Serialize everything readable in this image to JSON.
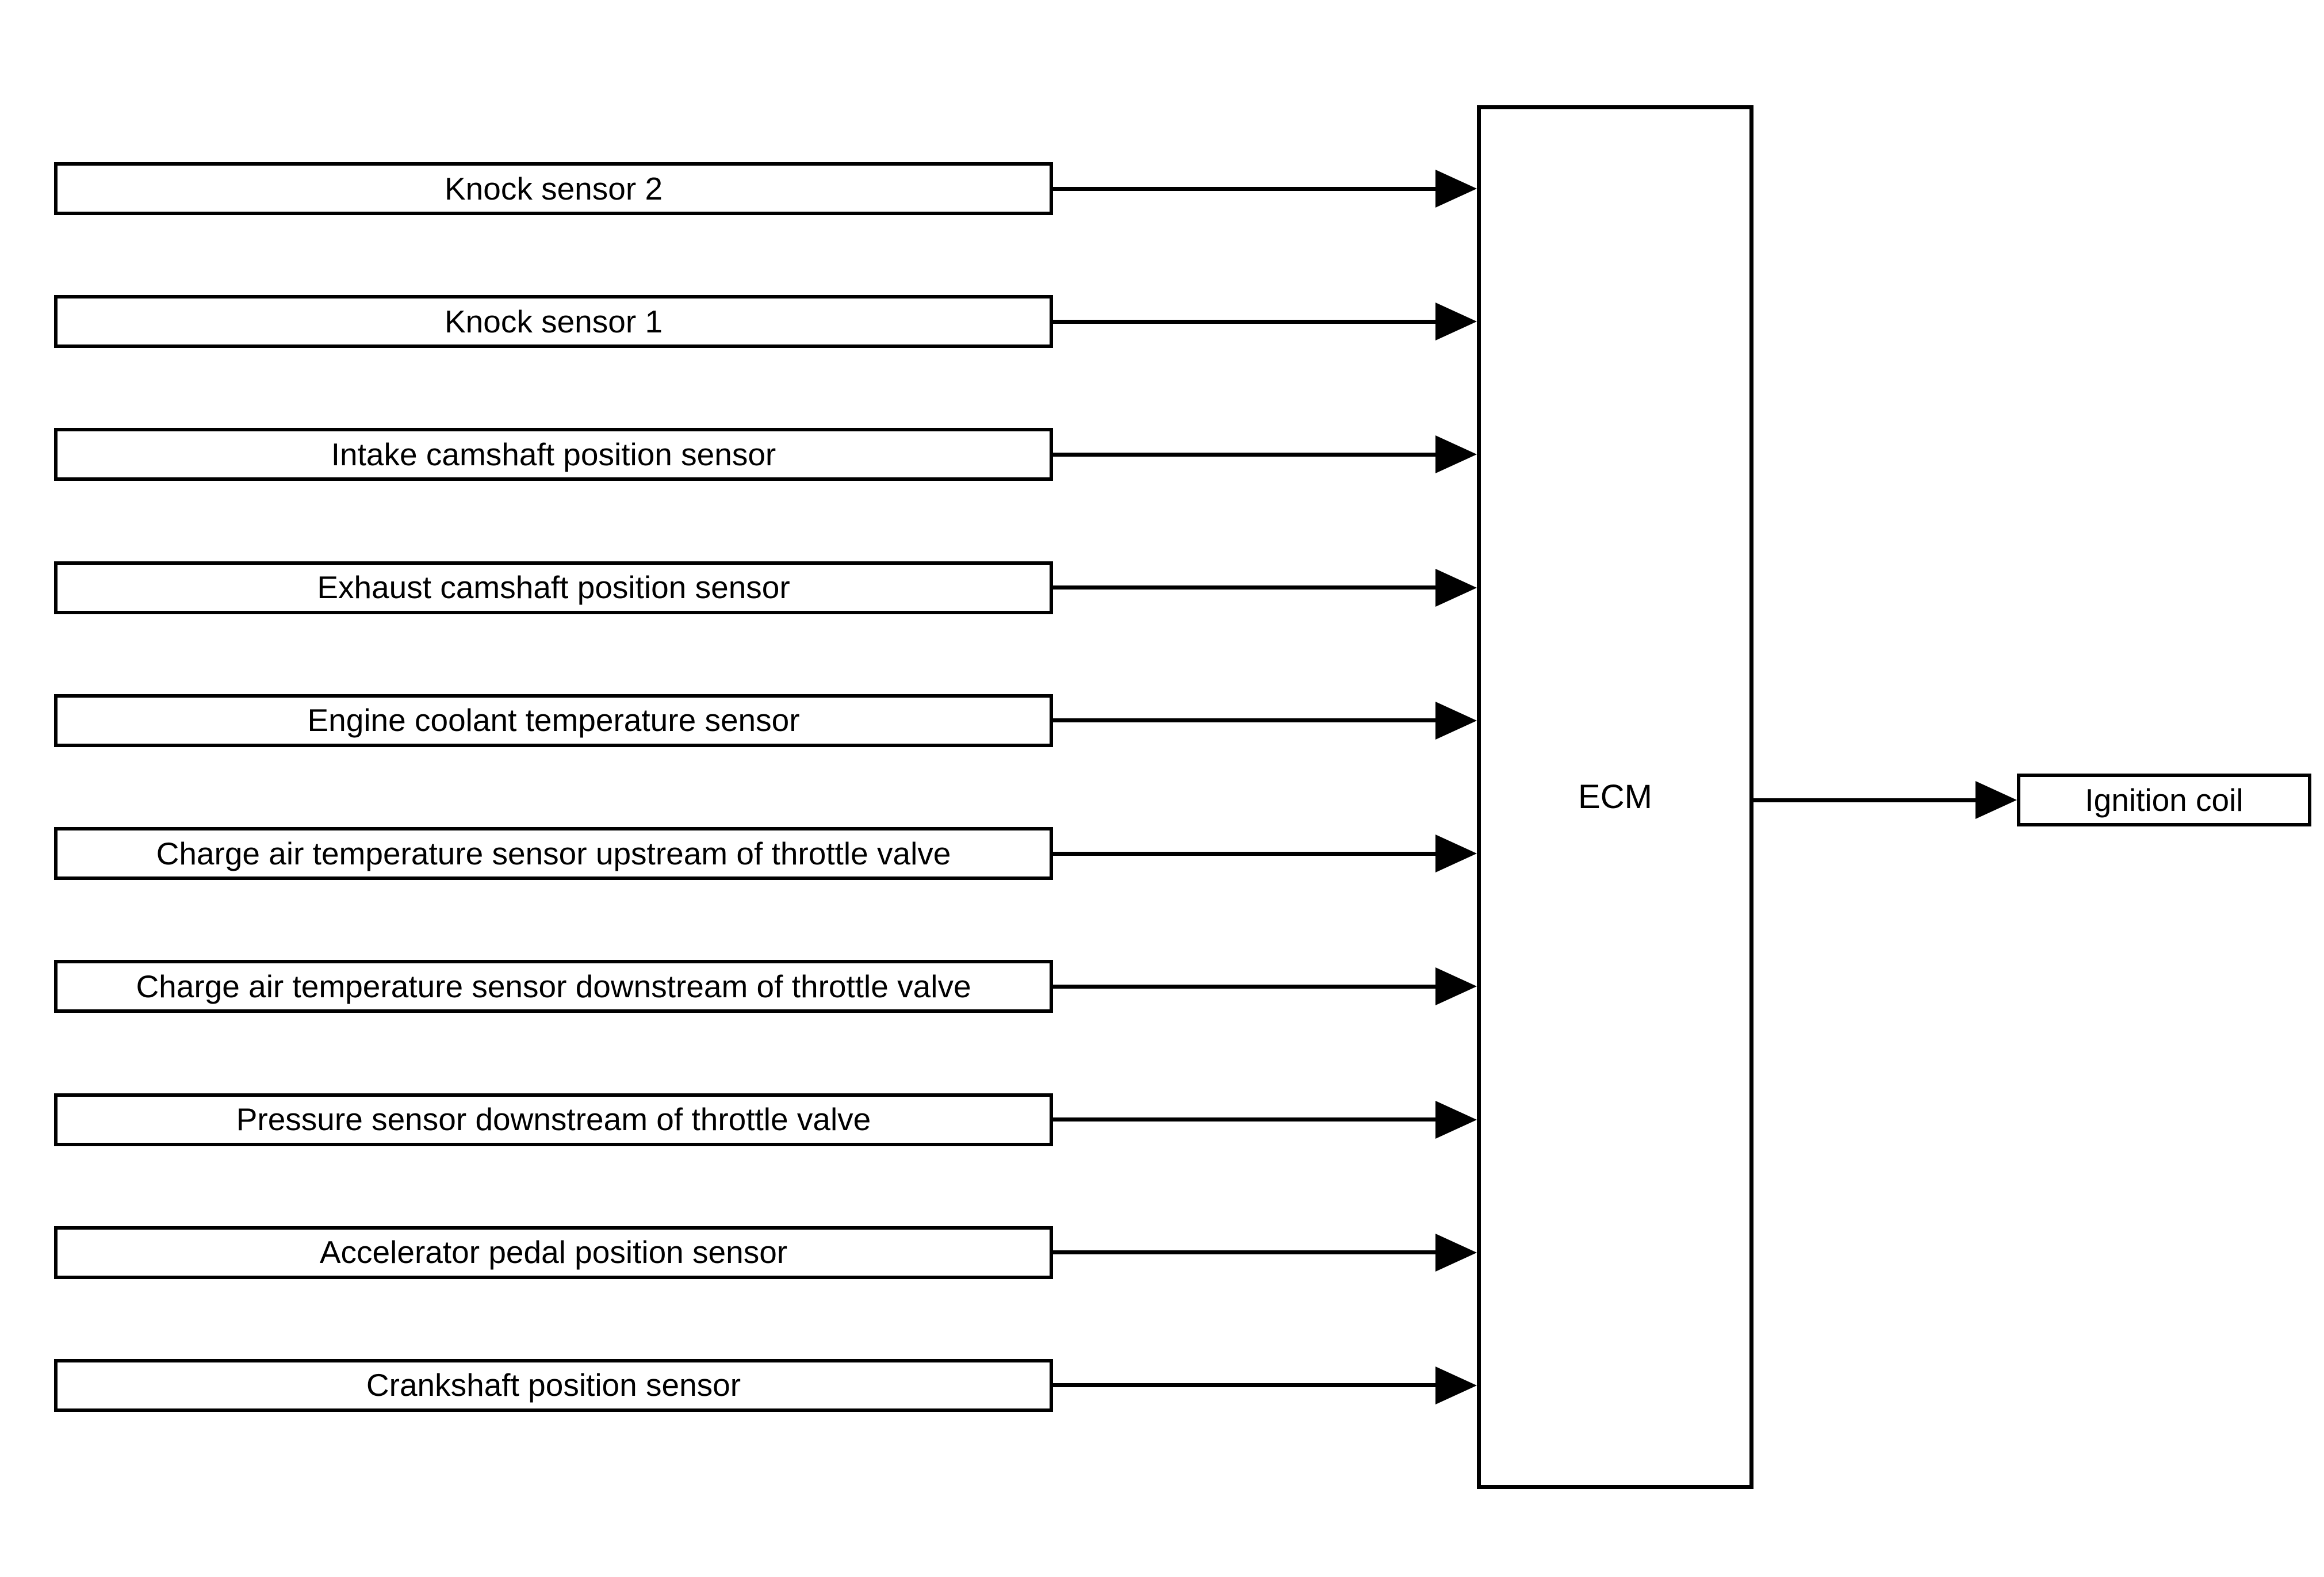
{
  "diagram": {
    "ecm": {
      "label": "ECM"
    },
    "output": {
      "label": "Ignition coil"
    },
    "sensors": [
      {
        "label": "Knock sensor 2"
      },
      {
        "label": "Knock sensor 1"
      },
      {
        "label": "Intake camshaft position sensor"
      },
      {
        "label": "Exhaust camshaft position sensor"
      },
      {
        "label": "Engine coolant temperature sensor"
      },
      {
        "label": "Charge air temperature sensor upstream of throttle valve"
      },
      {
        "label": "Charge air temperature sensor downstream of throttle valve"
      },
      {
        "label": "Pressure sensor downstream of throttle valve"
      },
      {
        "label": "Accelerator pedal position sensor"
      },
      {
        "label": "Crankshaft position sensor"
      }
    ],
    "colors": {
      "line": "#000000",
      "background": "#ffffff",
      "box_fill": "#ffffff"
    }
  }
}
